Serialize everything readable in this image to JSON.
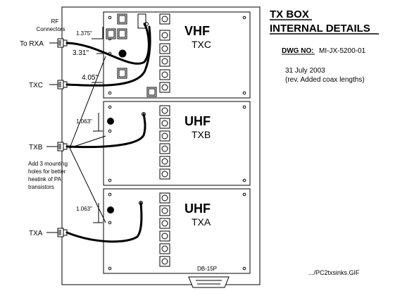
{
  "title": {
    "line1": "TX BOX",
    "line2": "INTERNAL DETAILS"
  },
  "drawing": {
    "dwg_label": "DWG NO:",
    "dwg_number": "MI-JX-5200-01",
    "date": "31 July 2003",
    "revision": "(rev.  Added coax lengths)",
    "filename": ".../PC2txsinks.GIF"
  },
  "modules": [
    {
      "band": "VHF",
      "id": "TXC"
    },
    {
      "band": "UHF",
      "id": "TXB"
    },
    {
      "band": "UHF",
      "id": "TXA"
    }
  ],
  "connectors": {
    "label_line1": "RF",
    "label_line2": "Connectors",
    "to_rxa": "To RXA",
    "txc": "TXC",
    "txb": "TXB",
    "txa": "TXA",
    "db15": "DB-15P"
  },
  "dimensions": {
    "d1": "1.375\"",
    "d2": "3.31\"",
    "d3": "4.05\"",
    "d4": "1.063\"",
    "d5": "1.063\""
  },
  "note": {
    "line1": "Add 3 mounting",
    "line2": "holes for better",
    "line3": "heatink of PA",
    "line4": "transistors"
  }
}
